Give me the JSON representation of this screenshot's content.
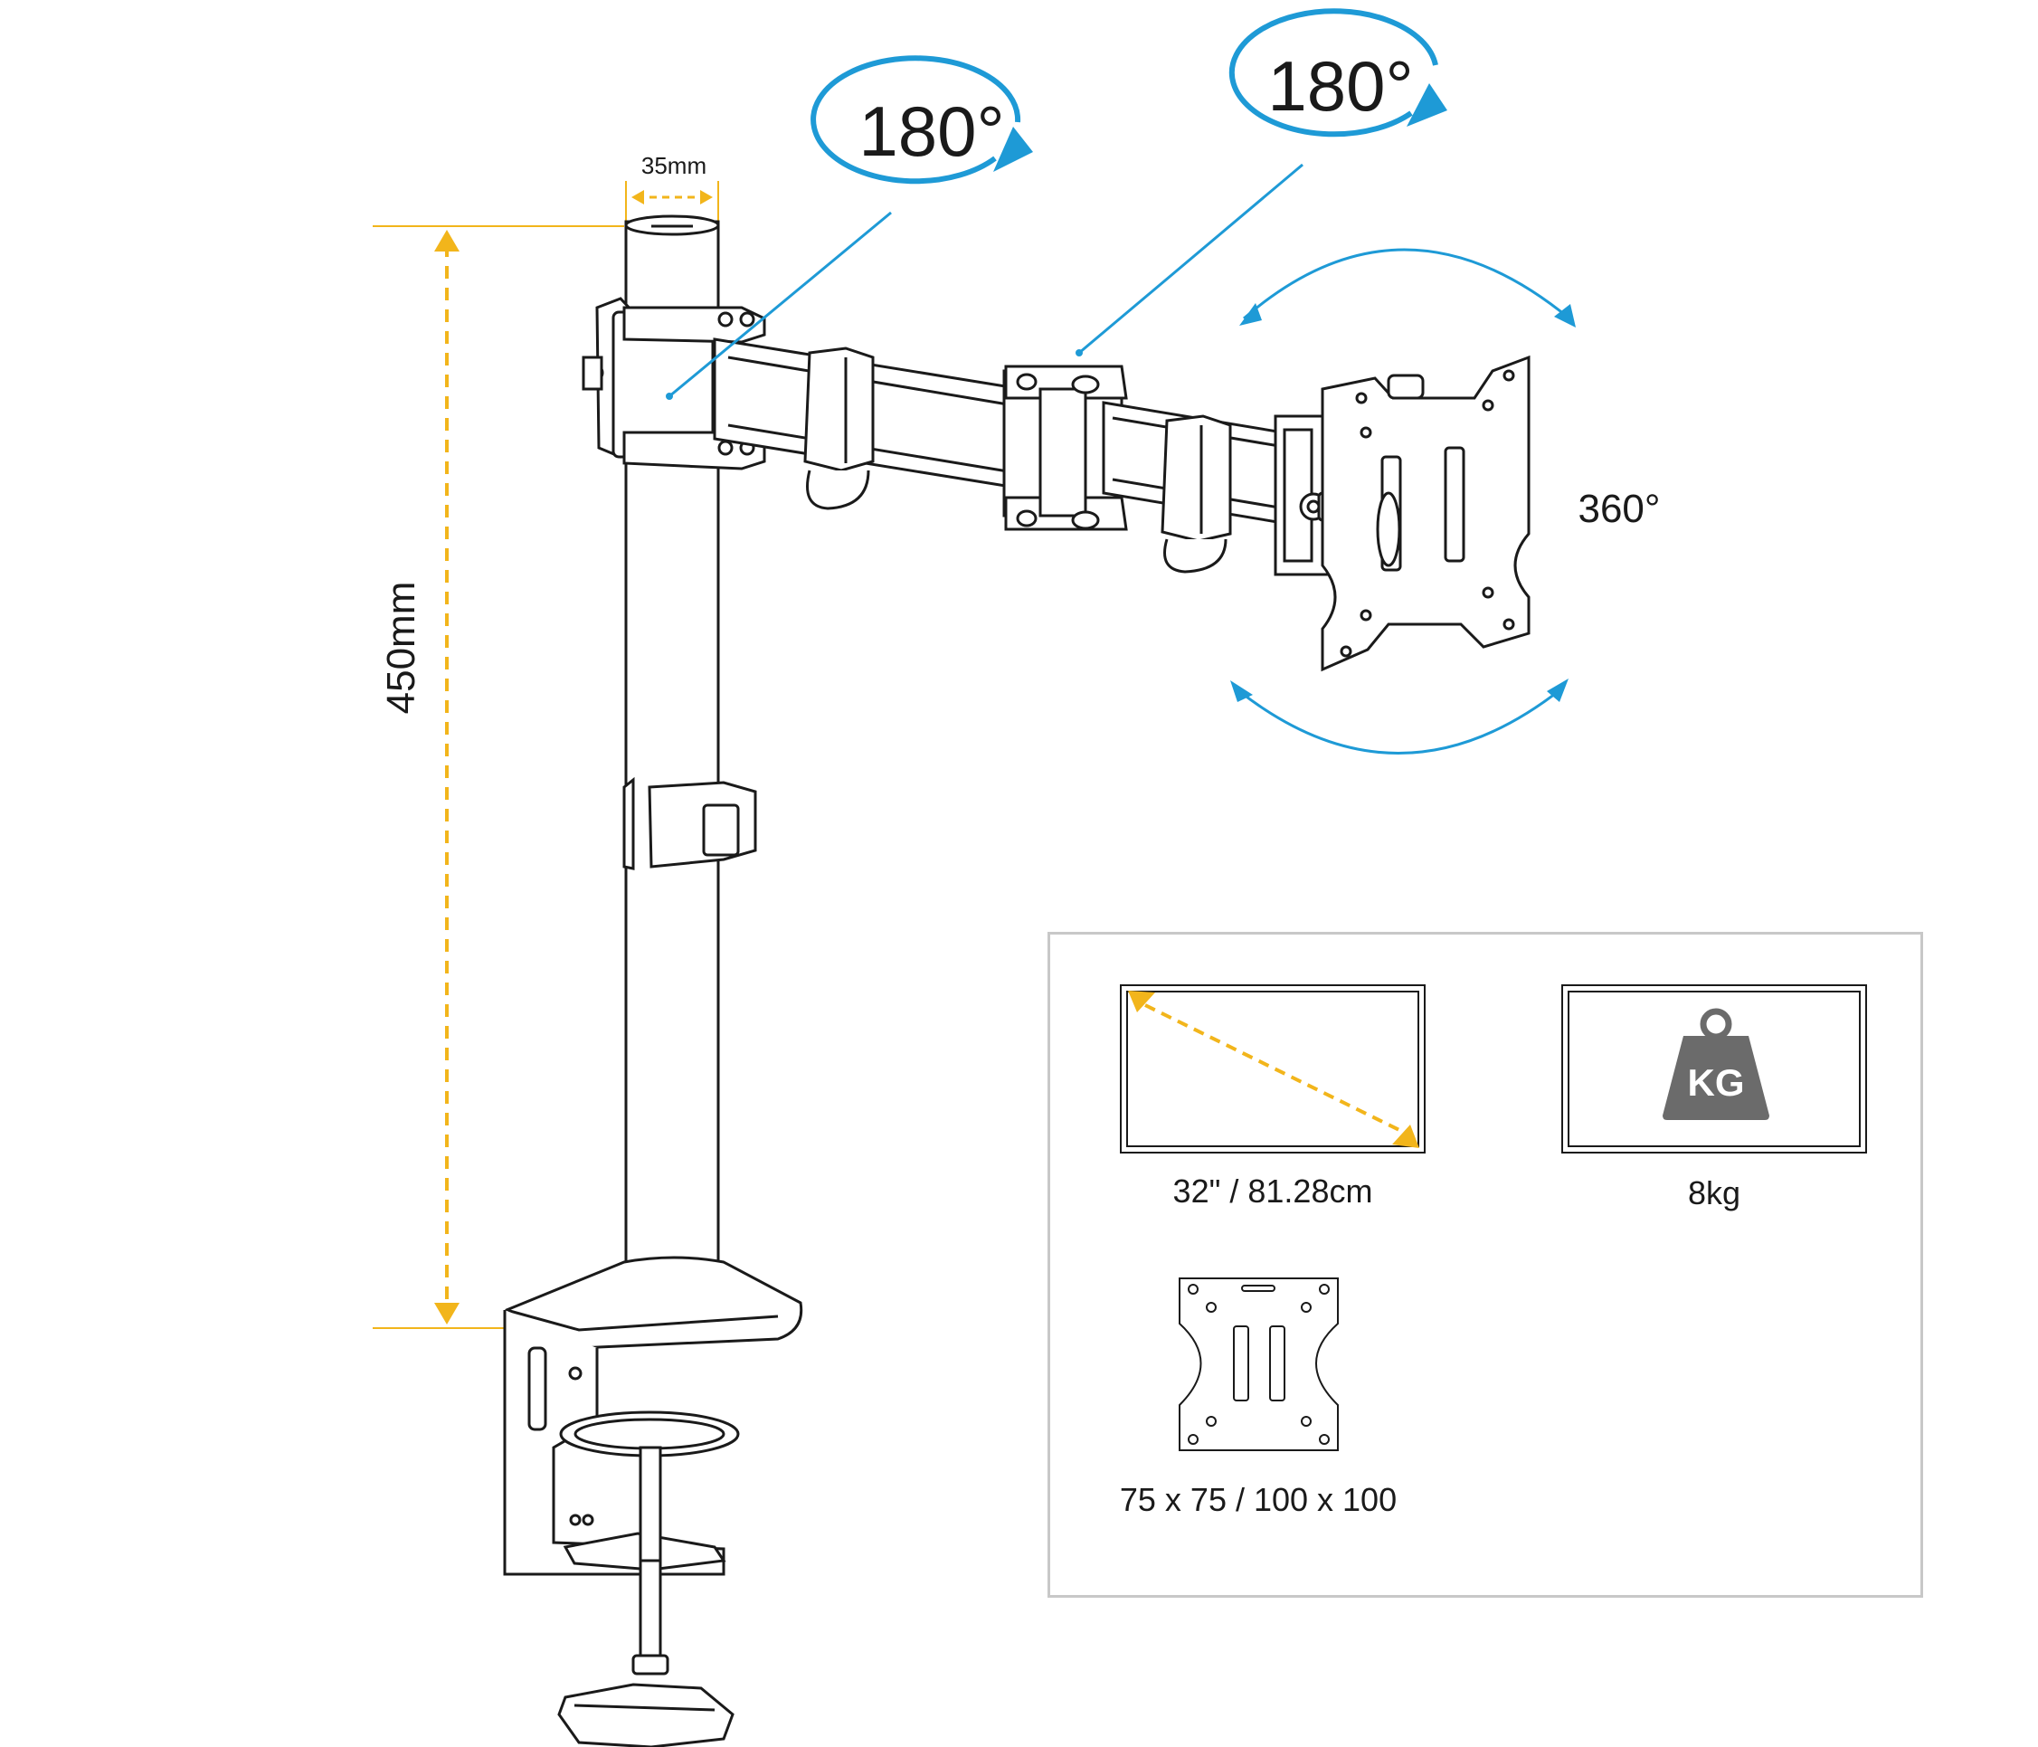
{
  "rotation": {
    "arm_joint": "180°",
    "elbow_joint": "180°",
    "head_rotation": "360°"
  },
  "dimensions": {
    "pole_diameter": "35mm",
    "pole_height": "450mm"
  },
  "specs": {
    "screen_size": "32\" / 81.28cm",
    "max_load": "8kg",
    "weight_icon_text": "KG",
    "vesa": "75 x 75 / 100 x 100"
  },
  "colors": {
    "accent_blue": "#1e9ad6",
    "dimension_orange": "#f2b51b",
    "line": "#1a1a1a",
    "weight_icon": "#6b6b6b"
  }
}
